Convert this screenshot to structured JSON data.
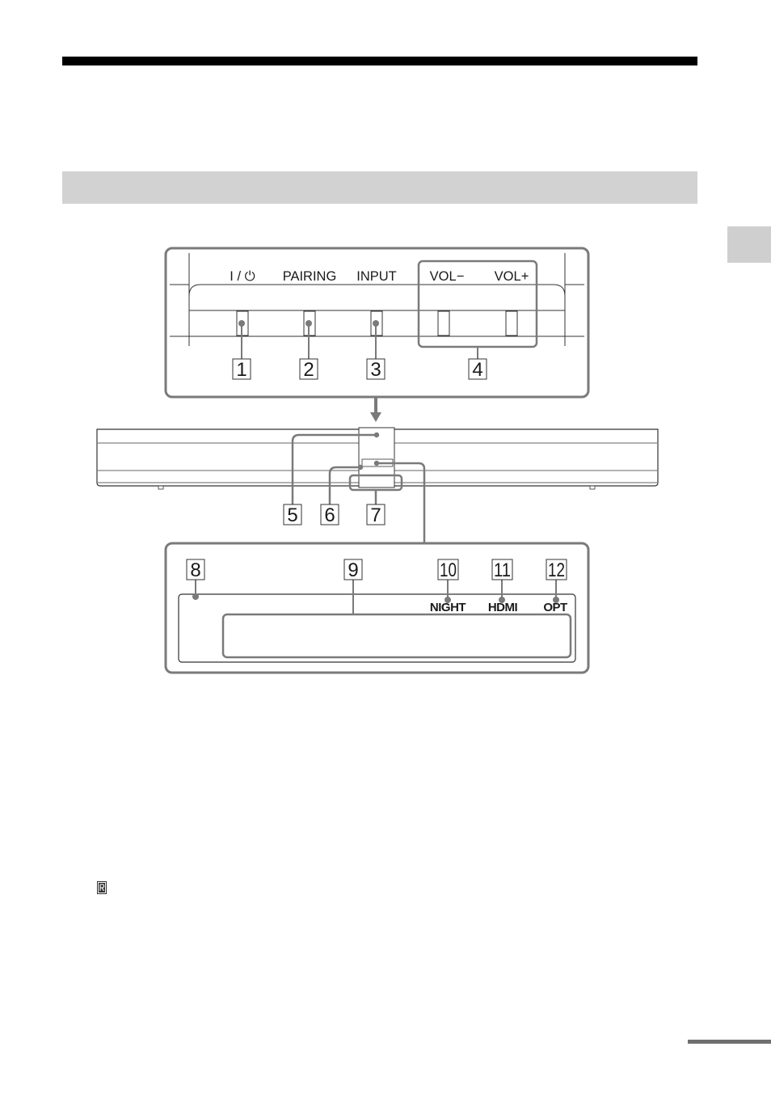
{
  "top_panel": {
    "buttons": [
      {
        "label": "I / ⏻",
        "number": "1"
      },
      {
        "label": "PAIRING",
        "number": "2"
      },
      {
        "label": "INPUT",
        "number": "3"
      },
      {
        "label": "VOL−",
        "number": ""
      },
      {
        "label": "VOL+",
        "number": ""
      }
    ],
    "vol_group_number": "4"
  },
  "bar_callouts": [
    "5",
    "6",
    "7"
  ],
  "display_panel": {
    "callouts": [
      "8",
      "9",
      "10",
      "11",
      "12"
    ],
    "indicators": [
      "NIGHT",
      "HDMI",
      "OPT"
    ]
  },
  "icons": {
    "remote": "remote-control-sensor-icon",
    "arrow": "down-arrow-icon"
  },
  "colors": {
    "panel_stroke": "#7a7a7a",
    "section_bar": "#d2d2d2",
    "side_tab": "#cfcfcf"
  }
}
